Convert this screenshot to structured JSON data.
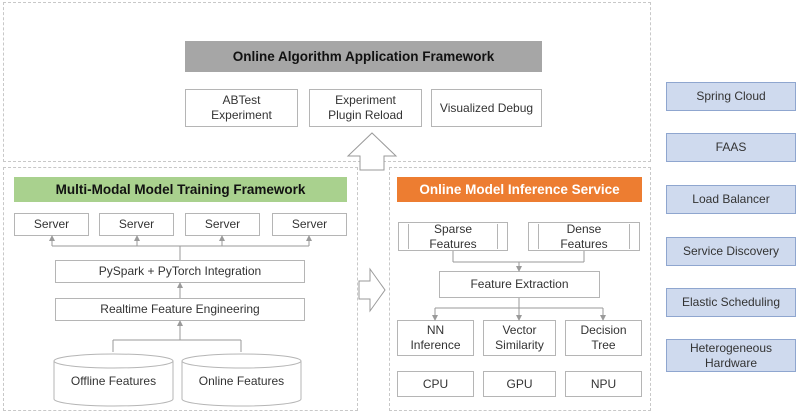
{
  "top": {
    "title": "Online Algorithm Application Framework",
    "items": [
      "ABTest\nExperiment",
      "Experiment\nPlugin Reload",
      "Visualized Debug"
    ]
  },
  "training": {
    "title": "Multi-Modal Model Training Framework",
    "servers": [
      "Server",
      "Server",
      "Server",
      "Server"
    ],
    "integration": "PySpark + PyTorch Integration",
    "feature_engineering": "Realtime Feature Engineering",
    "stores": [
      "Offline Features",
      "Online Features"
    ]
  },
  "inference": {
    "title": "Online Model Inference Service",
    "inputs": [
      "Sparse\nFeatures",
      "Dense\nFeatures"
    ],
    "extraction": "Feature Extraction",
    "models": [
      "NN\nInference",
      "Vector\nSimilarity",
      "Decision\nTree"
    ],
    "hardware": [
      "CPU",
      "GPU",
      "NPU"
    ]
  },
  "sidebar": [
    "Spring Cloud",
    "FAAS",
    "Load Balancer",
    "Service Discovery",
    "Elastic Scheduling",
    "Heterogeneous\nHardware"
  ],
  "colors": {
    "top_title_bg": "#a6a6a6",
    "training_title_bg": "#a9d18e",
    "inference_title_bg": "#ed7d31",
    "sidebar_bg": "#cfdaee"
  }
}
